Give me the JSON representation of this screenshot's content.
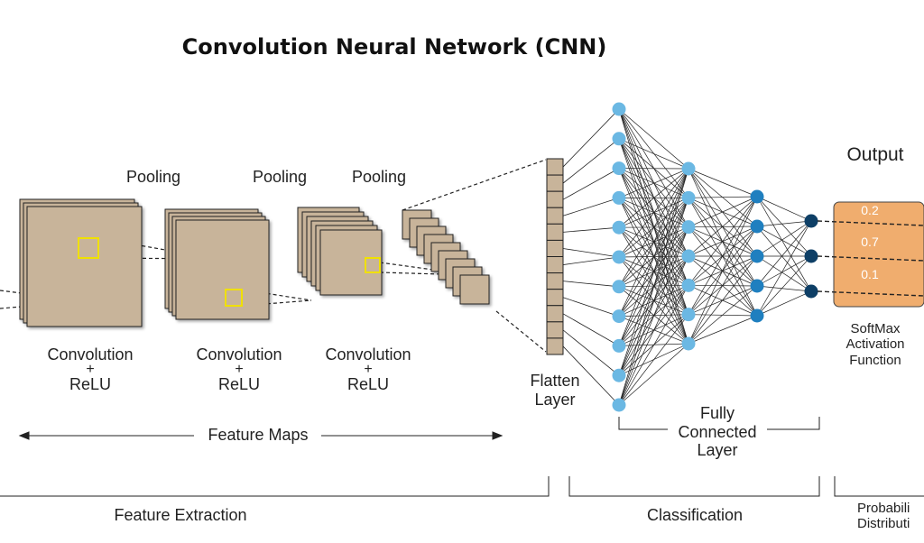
{
  "title": "Convolution  Neural  Network (CNN)",
  "stages": [
    {
      "pooling": "Pooling",
      "conv": "Convolution",
      "plus": "+",
      "relu": "ReLU"
    },
    {
      "pooling": "Pooling",
      "conv": "Convolution",
      "plus": "+",
      "relu": "ReLU"
    },
    {
      "pooling": "Pooling",
      "conv": "Convolution",
      "plus": "+",
      "relu": "ReLU"
    }
  ],
  "feature_maps_label": "Feature  Maps",
  "flatten_label": [
    "Flatten",
    "Layer"
  ],
  "fully_connected_label": [
    "Fully",
    "Connected",
    "Layer"
  ],
  "output_label": "Output",
  "output_values": [
    "0.2",
    "0.7",
    "0.1"
  ],
  "softmax_label": [
    "SoftMax",
    "Activation",
    "Function"
  ],
  "sections": {
    "feature_extraction": "Feature Extraction",
    "classification": "Classification",
    "probability": [
      "Probabili",
      "Distributi"
    ]
  },
  "colors": {
    "map_fill": "#c8b49a",
    "flatten_fill": "#c8b49a",
    "node_light": "#6bb8e3",
    "node_mid": "#1f7fbf",
    "node_dark": "#0e3f66",
    "output_fill": "#f0ad6e",
    "filter_box": "#f0e000"
  },
  "layers": {
    "flatten_cells": 12,
    "dense1": 11,
    "dense2": 7,
    "dense3": 5,
    "dense4": 3
  }
}
